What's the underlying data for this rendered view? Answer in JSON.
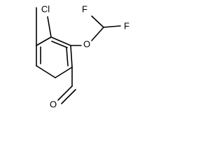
{
  "molecule": {
    "atoms": {
      "cl": "Cl",
      "o_ether": "O",
      "f1": "F",
      "f2": "F",
      "o_aldehyde": "O"
    }
  }
}
